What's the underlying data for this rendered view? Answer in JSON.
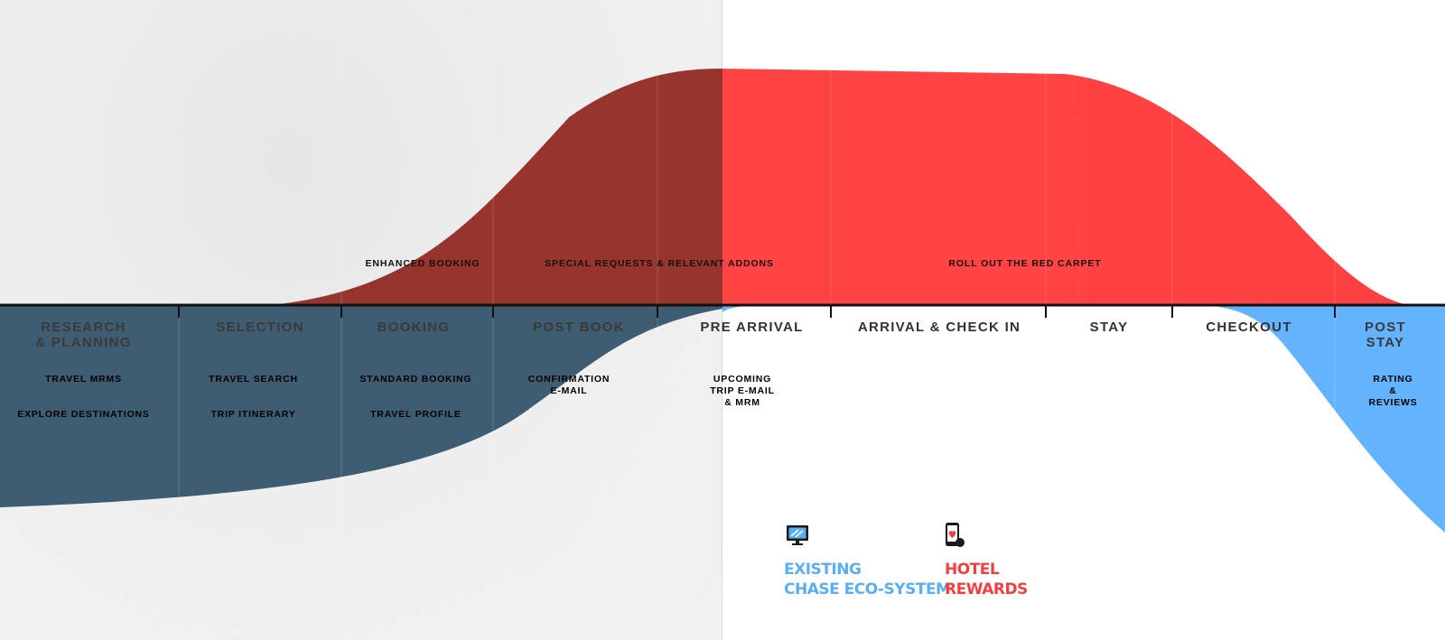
{
  "colors": {
    "existing_blue_dark": "#3e5c72",
    "existing_blue_light": "#63b3ff",
    "rewards_red_dark": "#97342e",
    "rewards_red": "#ff4444",
    "timeline": "#111111",
    "legend_existing": "#5aaef5",
    "legend_rewards": "#f24040"
  },
  "stages": [
    {
      "label": "RESEARCH\n& PLANNING",
      "touchpoints": [
        "TRAVEL MRMS",
        "EXPLORE DESTINATIONS"
      ]
    },
    {
      "label": "SELECTION",
      "touchpoints": [
        "TRAVEL SEARCH",
        "TRIP ITINERARY"
      ]
    },
    {
      "label": "BOOKING",
      "touchpoints": [
        "STANDARD BOOKING",
        "TRAVEL PROFILE"
      ]
    },
    {
      "label": "POST BOOK",
      "touchpoints": [
        "CONFIRMATION\nE-MAIL"
      ]
    },
    {
      "label": "PRE ARRIVAL",
      "touchpoints": [
        "UPCOMING\nTRIP E-MAIL\n& MRM"
      ]
    },
    {
      "label": "ARRIVAL & CHECK IN",
      "touchpoints": []
    },
    {
      "label": "STAY",
      "touchpoints": []
    },
    {
      "label": "CHECKOUT",
      "touchpoints": []
    },
    {
      "label": "POST\nSTAY",
      "touchpoints": [
        "RATING\n&\nREVIEWS"
      ]
    }
  ],
  "reward_features": [
    "ENHANCED BOOKING",
    "SPECIAL REQUESTS & RELEVANT ADDONS",
    "ROLL OUT THE RED CARPET"
  ],
  "legend": {
    "existing": {
      "label": "EXISTING\nCHASE ECO-SYSTEM",
      "icon": "monitor-icon"
    },
    "rewards": {
      "label": "HOTEL\nREWARDS",
      "icon": "phone-heart-icon"
    }
  }
}
